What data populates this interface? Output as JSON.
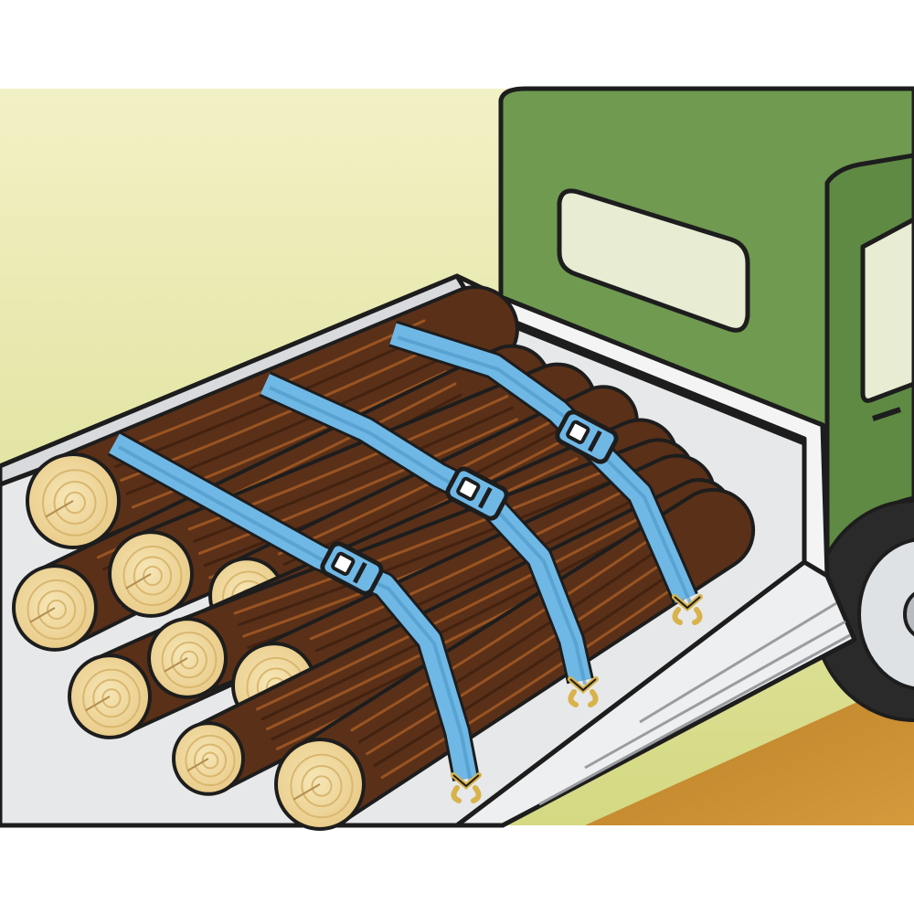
{
  "scene": {
    "subject": "truck-bed-with-strapped-logs",
    "log_count": 10,
    "strap_count": 3,
    "colors": {
      "page_background": "#ffffff",
      "sky_top": "#f2f1c6",
      "sky_bottom": "#d4d982",
      "ground": "#c98f32",
      "cab_green": "#6f9a50",
      "cab_green_dark": "#55783b",
      "window_glass": "#e7ecd2",
      "bed_metal": "#e7e8ea",
      "bed_shadow": "#c8cacd",
      "bark": "#5a3018",
      "bark_dark": "#3f200f",
      "bark_highlight": "#a55a25",
      "log_end": "#f2dca0",
      "log_end_ring": "#d9b76f",
      "strap_blue": "#6fb8e6",
      "strap_blue_dark": "#4b94c4",
      "hook_gold": "#d8b24a",
      "outline": "#1d1d1d",
      "tire": "#2a2a2a",
      "wheel_rim": "#dfe2e5"
    }
  }
}
